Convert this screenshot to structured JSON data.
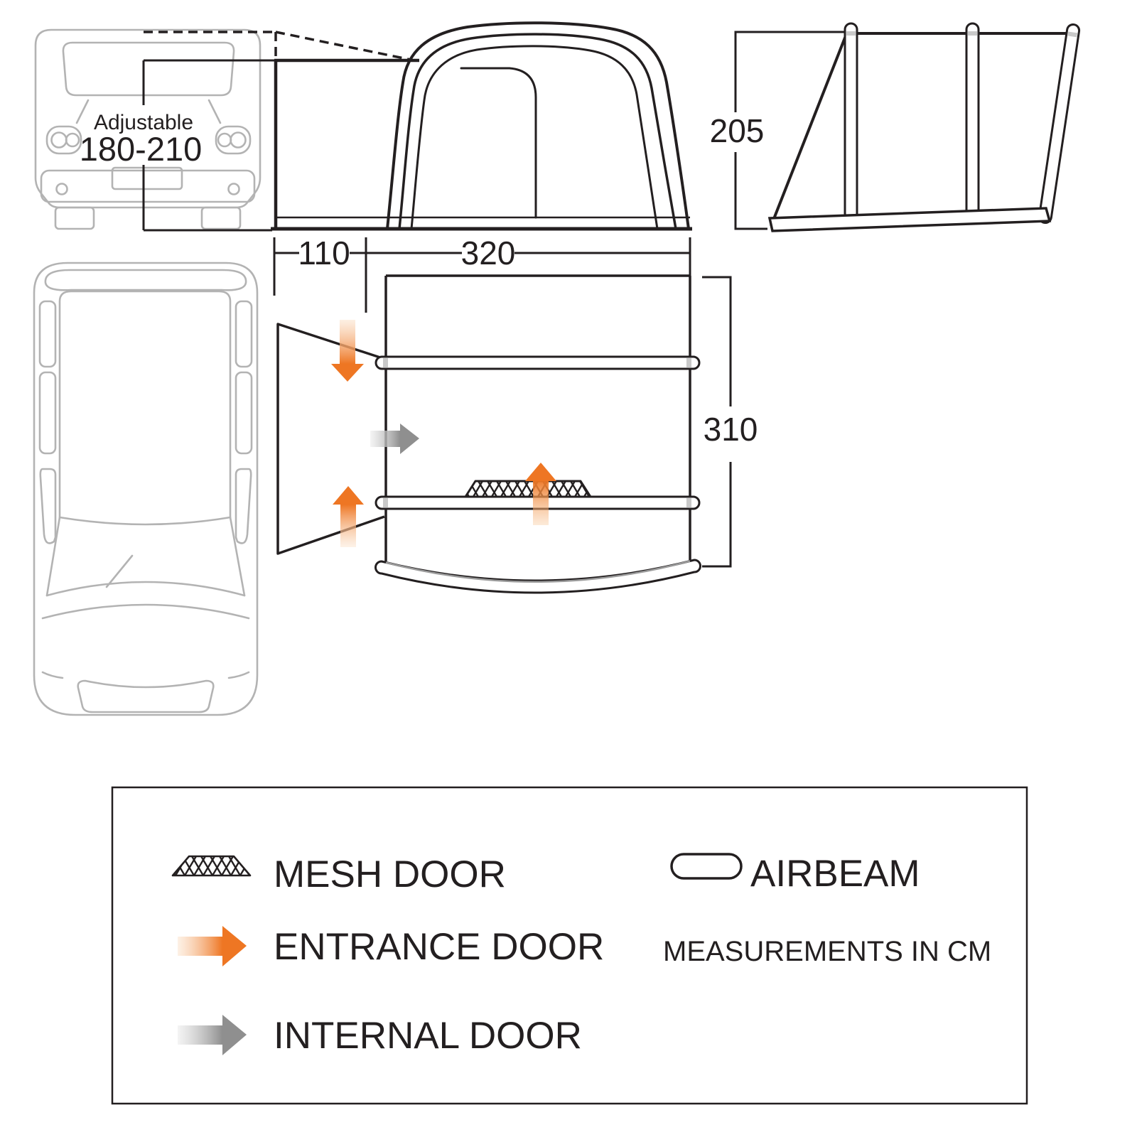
{
  "diagram": {
    "van_front": {
      "adjustable_label": "Adjustable",
      "adjustable_range": "180-210"
    },
    "dims": {
      "tunnel_length": "110",
      "awning_length": "320",
      "height": "205",
      "width": "310"
    }
  },
  "legend": {
    "mesh_label": "MESH DOOR",
    "entrance_label": "ENTRANCE DOOR",
    "internal_label": "INTERNAL DOOR",
    "airbeam_label": "AIRBEAM",
    "note": "MEASUREMENTS IN CM"
  },
  "colors": {
    "line_black": "#231f20",
    "van_gray": "#b3b3b3",
    "accent_orange": "#EE7623",
    "accent_orange_light": "#FBE3CC",
    "arrow_gray": "#8F8F8F",
    "arrow_gray_light": "#EDEDED"
  }
}
